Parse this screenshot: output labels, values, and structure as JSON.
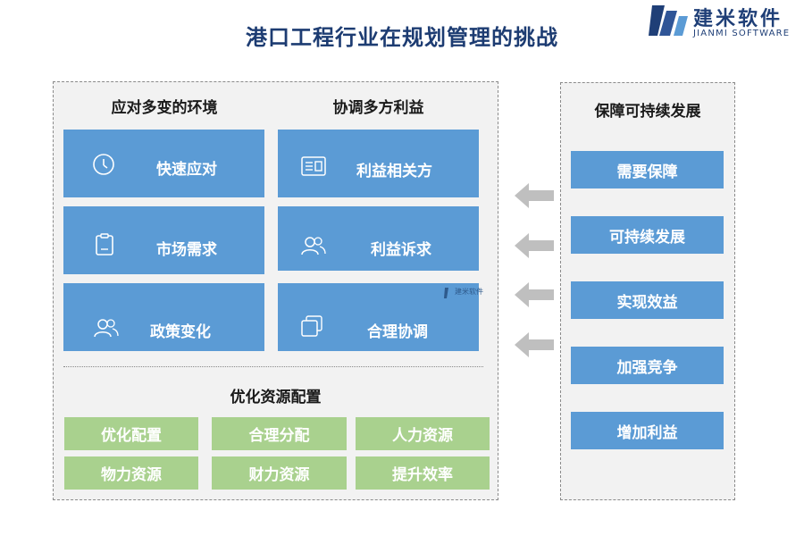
{
  "title": "港口工程行业在规划管理的挑战",
  "logo": {
    "name_cn": "建米软件",
    "name_en": "JIANMI SOFTWARE"
  },
  "watermark": "建米软件",
  "sections": {
    "environment": {
      "heading": "应对多变的环境",
      "items": [
        {
          "label": "快速应对",
          "icon": "clock-icon"
        },
        {
          "label": "市场需求",
          "icon": "clipboard-icon"
        },
        {
          "label": "政策变化",
          "icon": "people-icon"
        }
      ]
    },
    "interests": {
      "heading": "协调多方利益",
      "items": [
        {
          "label": "利益相关方",
          "icon": "id-card-icon"
        },
        {
          "label": "利益诉求",
          "icon": "users-icon"
        },
        {
          "label": "合理协调",
          "icon": "layers-icon"
        }
      ]
    },
    "resources": {
      "heading": "优化资源配置",
      "items": [
        "优化配置",
        "合理分配",
        "人力资源",
        "物力资源",
        "财力资源",
        "提升效率"
      ]
    },
    "sustainable": {
      "heading": "保障可持续发展",
      "items": [
        "需要保障",
        "可持续发展",
        "实现效益",
        "加强竞争",
        "增加利益"
      ]
    }
  },
  "colors": {
    "title": "#1d3c72",
    "blue_box": "#5b9bd5",
    "green_box": "#a9d18e",
    "panel_bg": "#f2f2f2",
    "arrow": "#bfbfbf"
  }
}
